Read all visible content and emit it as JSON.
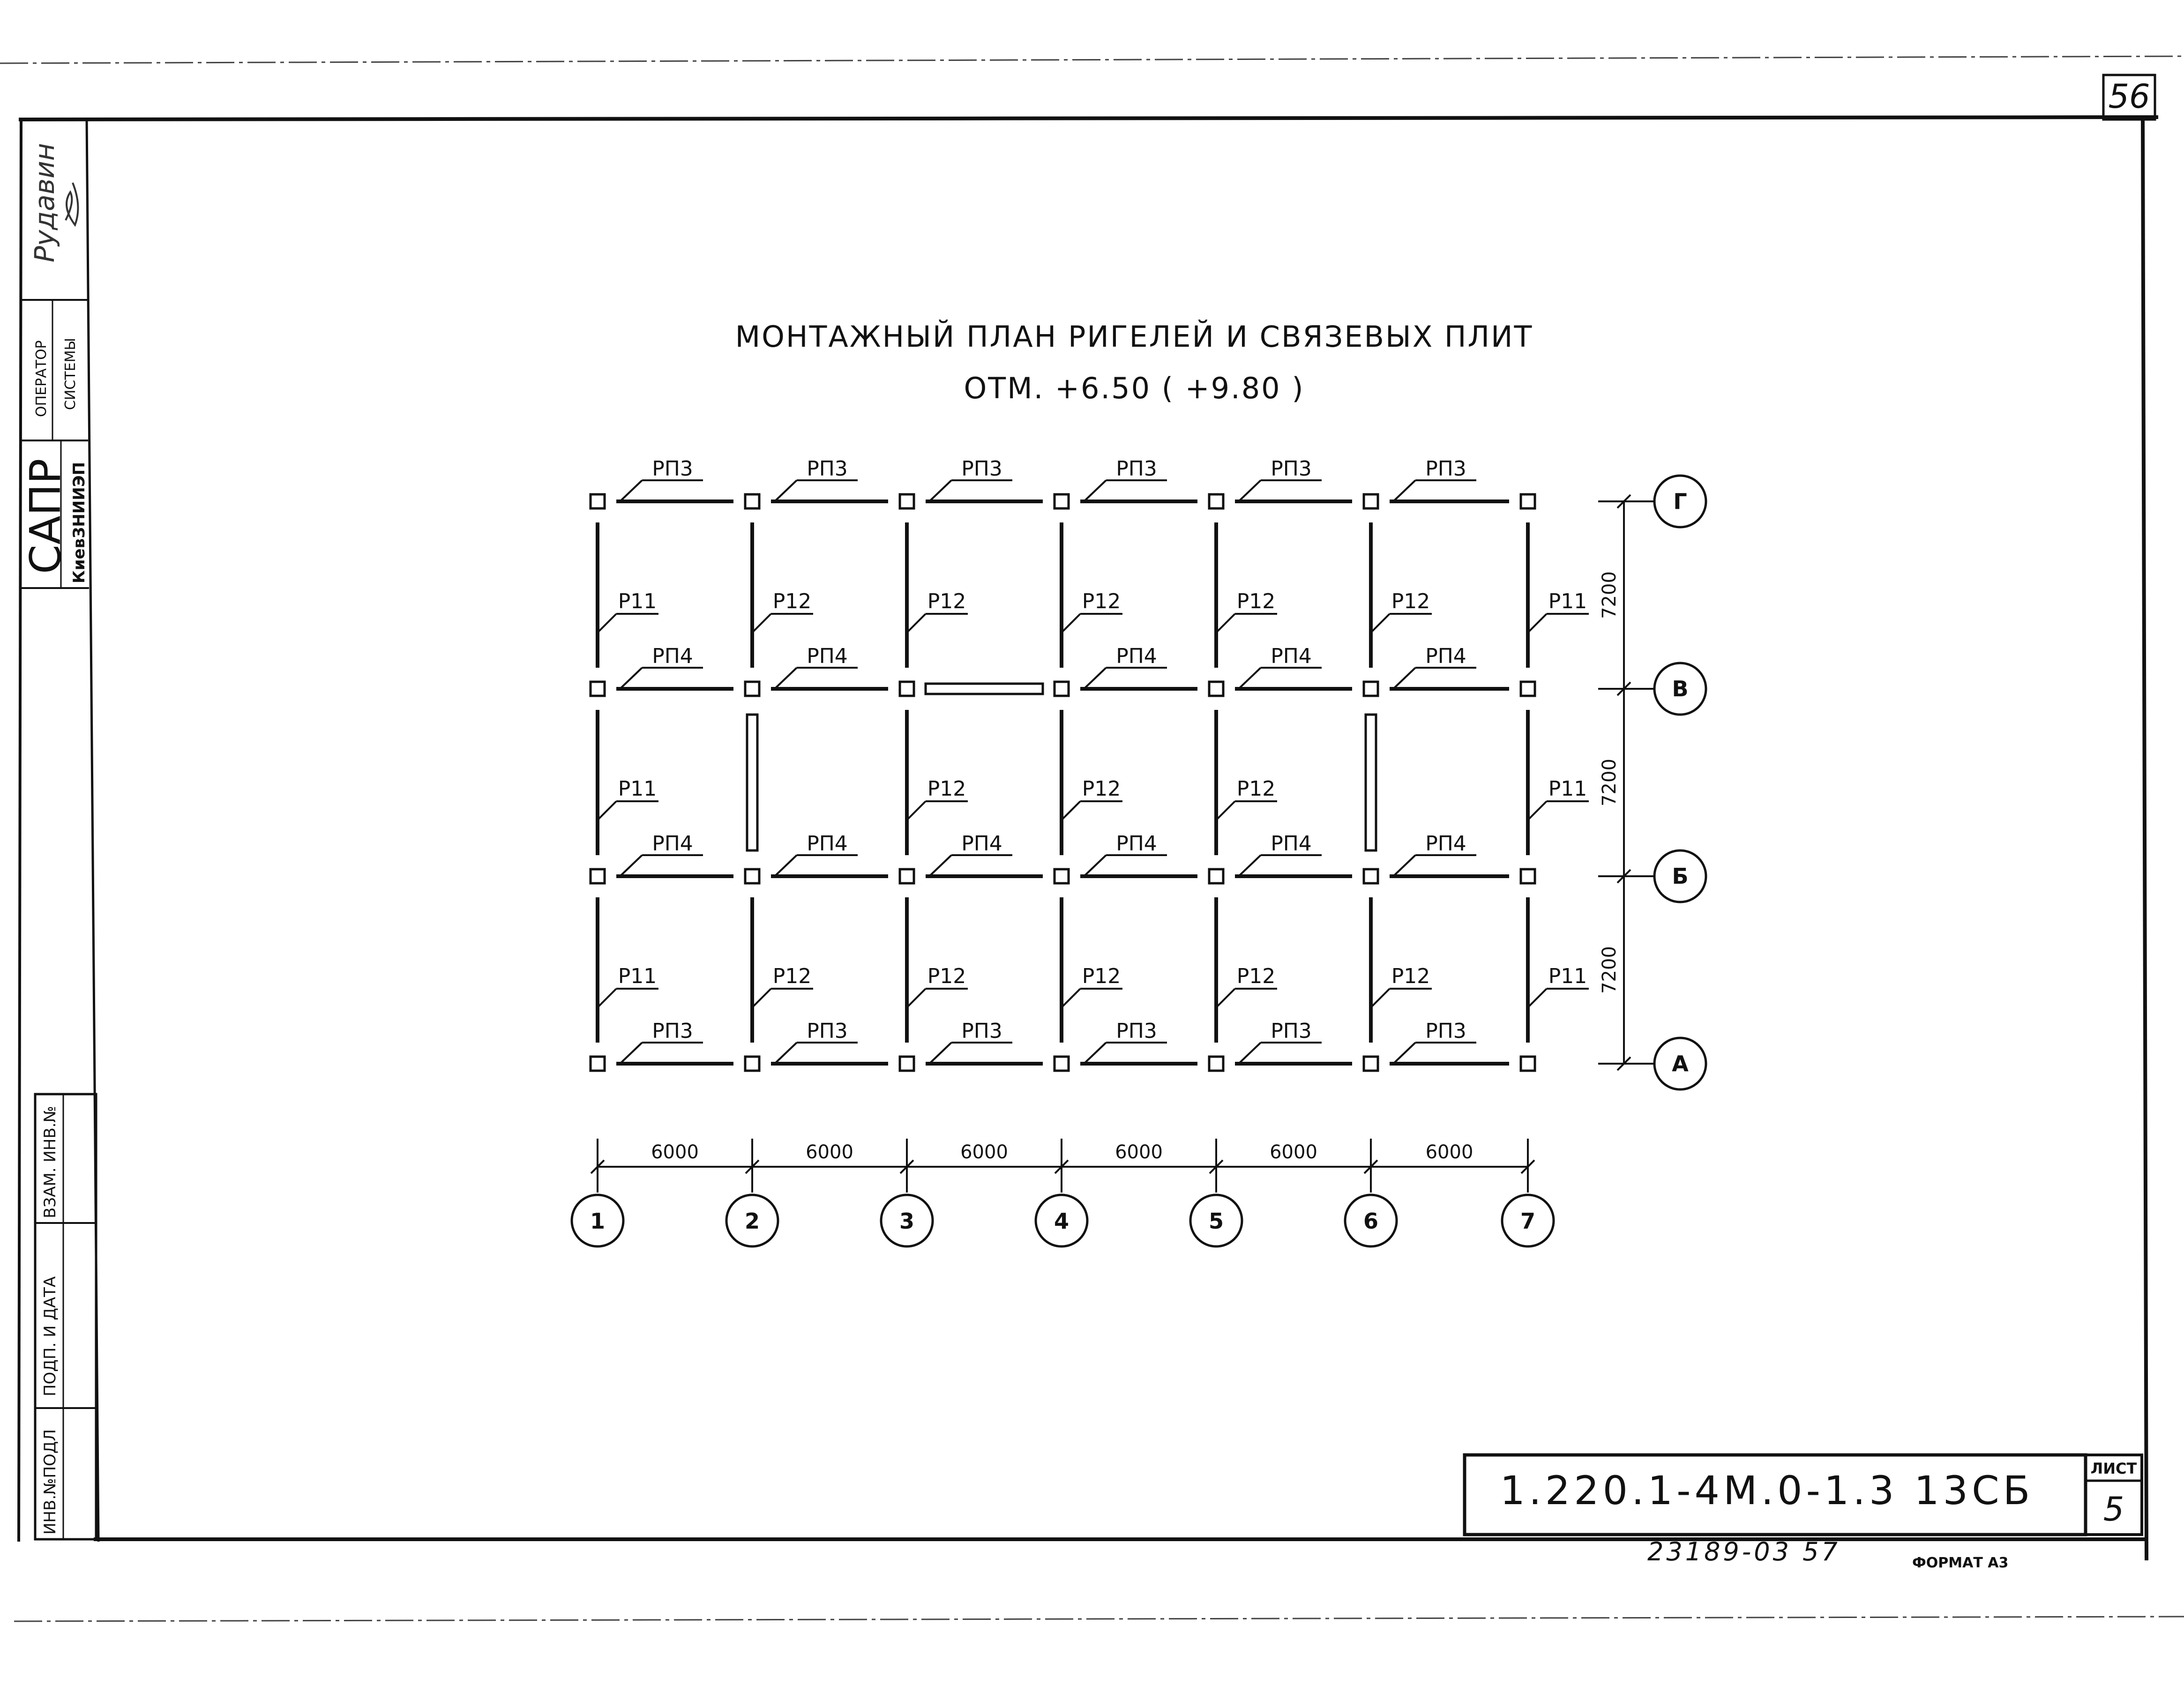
{
  "page_number": "56",
  "title": {
    "line1": "МОНТАЖНЫЙ ПЛАН РИГЕЛЕЙ И СВЯЗЕВЫХ ПЛИТ",
    "line2": "ОТМ. +6.50 ( +9.80 )"
  },
  "side_stamp": {
    "handwritten_name": "Рудавин",
    "operator_line1": "ОПЕРАТОР",
    "operator_line2": "СИСТЕМЫ",
    "org_big": "САПР",
    "org_small": "КиевЗНИИЭП",
    "vzam_inv": "ВЗАМ. ИНВ.№",
    "podp_data": "ПОДП. И ДАТА",
    "inv_podl": "ИНВ.№ПОДЛ"
  },
  "grid": {
    "column_axes": [
      "1",
      "2",
      "3",
      "4",
      "5",
      "6",
      "7"
    ],
    "row_axes": [
      "Г",
      "В",
      "Б",
      "А"
    ],
    "column_spacing": [
      "6000",
      "6000",
      "6000",
      "6000",
      "6000",
      "6000"
    ],
    "row_spacing": [
      "7200",
      "7200",
      "7200"
    ]
  },
  "horizontal_labels": [
    [
      "РП3",
      "РП3",
      "РП3",
      "РП3",
      "РП3",
      "РП3"
    ],
    [
      "РП4",
      "РП4",
      "",
      "РП4",
      "РП4",
      "РП4"
    ],
    [
      "РП4",
      "РП4",
      "РП4",
      "РП4",
      "РП4",
      "РП4"
    ],
    [
      "РП3",
      "РП3",
      "РП3",
      "РП3",
      "РП3",
      "РП3"
    ]
  ],
  "vertical_labels": [
    [
      "Р11",
      "Р12",
      "Р12",
      "Р12",
      "Р12",
      "Р12",
      "Р11"
    ],
    [
      "Р11",
      "",
      "Р12",
      "Р12",
      "Р12",
      "",
      "Р11"
    ],
    [
      "Р11",
      "Р12",
      "Р12",
      "Р12",
      "Р12",
      "Р12",
      "Р11"
    ]
  ],
  "title_block": {
    "code": "1.220.1-4М.0-1.3 13СБ",
    "sheet_label": "ЛИСТ",
    "sheet_number": "5"
  },
  "footer": {
    "archive_number": "23189-03   57",
    "format": "ФОРМАТ А3"
  }
}
